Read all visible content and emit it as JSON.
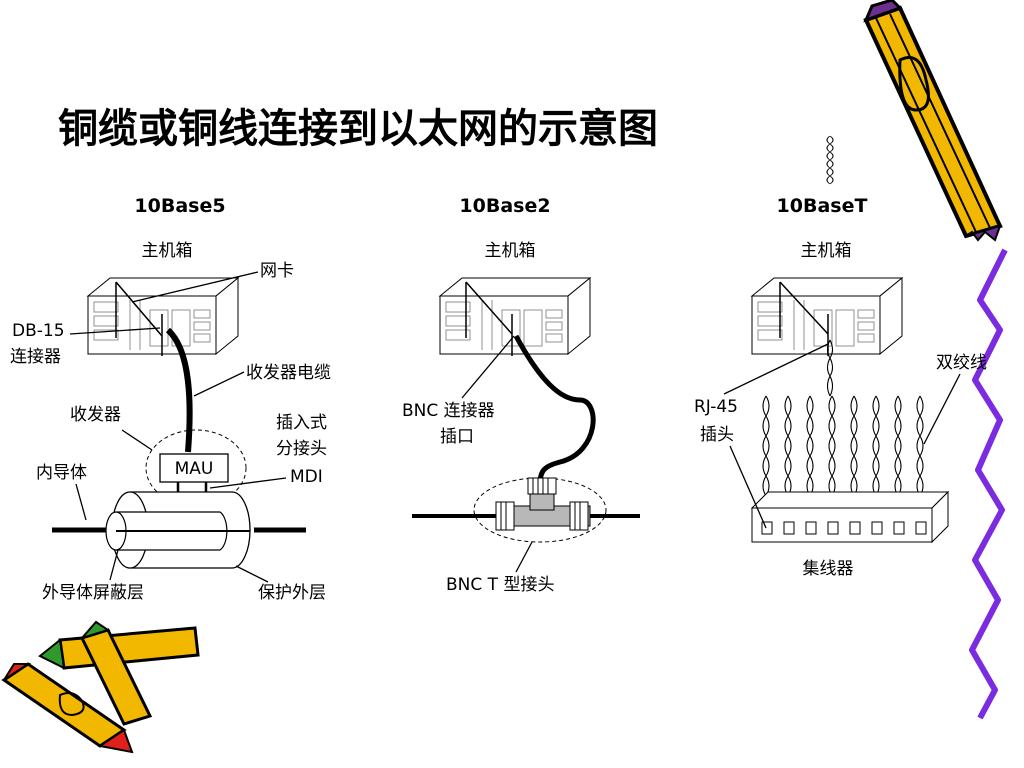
{
  "title": "铜缆或铜线连接到以太网的示意图",
  "sections": {
    "s10base5": {
      "heading": "10Base5",
      "host": "主机箱",
      "nic": "网卡",
      "db15_line1": "DB-15",
      "db15_line2": "连接器",
      "transceiver_cable": "收发器电缆",
      "transceiver": "收发器",
      "tap_line1": "插入式",
      "tap_line2": "分接头",
      "mdi": "MDI",
      "mau": "MAU",
      "inner_conductor": "内导体",
      "outer_shield": "外导体屏蔽层",
      "jacket": "保护外层"
    },
    "s10base2": {
      "heading": "10Base2",
      "host": "主机箱",
      "bnc_line1": "BNC 连接器",
      "bnc_line2": "插口",
      "t_connector": "BNC T 型接头"
    },
    "s10baset": {
      "heading": "10BaseT",
      "host": "主机箱",
      "twisted_pair": "双绞线",
      "rj45_line1": "RJ-45",
      "rj45_line2": "插头",
      "hub": "集线器"
    }
  },
  "colors": {
    "pencil_body": "#f2b800",
    "pencil_outline": "#000000",
    "pencil_tip": "#6b2f8f",
    "pencil_eraser_red": "#e0201b",
    "pencil_green": "#2e9a2e",
    "squiggle": "#7b2be0",
    "t_connector": "#b8b8b8"
  }
}
